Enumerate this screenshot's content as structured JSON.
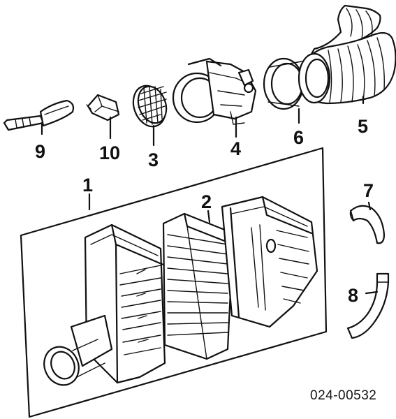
{
  "diagram": {
    "callouts": [
      "1",
      "2",
      "3",
      "4",
      "5",
      "6",
      "7",
      "8",
      "9",
      "10"
    ],
    "code": "024-00532"
  },
  "colors": {
    "ink": "#111111",
    "paper": "#ffffff"
  }
}
